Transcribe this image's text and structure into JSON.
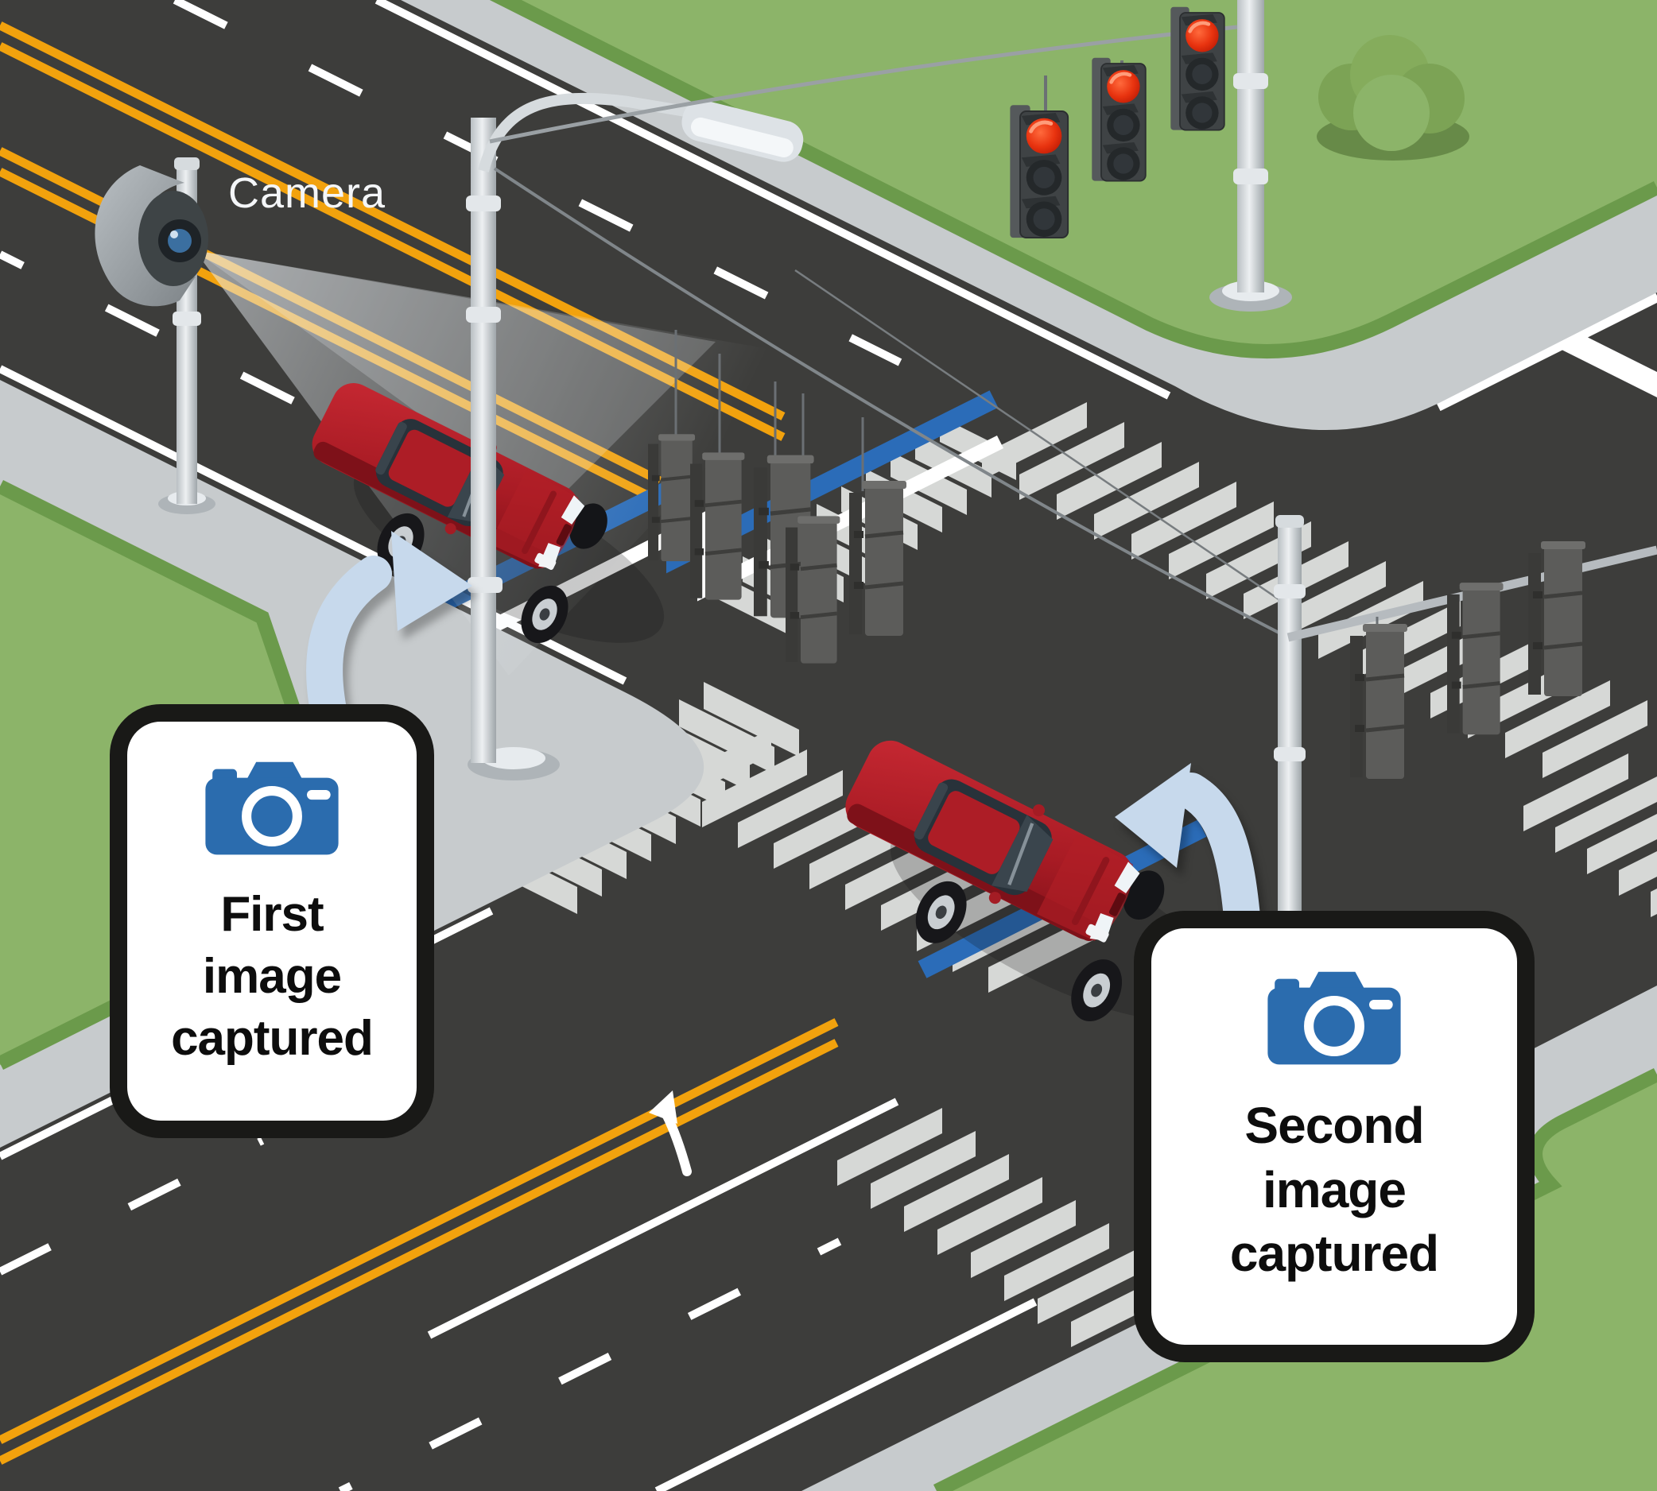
{
  "illustration": {
    "camera_label": "Camera",
    "callout_first": {
      "line1": "First",
      "line2": "image",
      "line3": "captured"
    },
    "callout_second": {
      "line1": "Second",
      "line2": "image",
      "line3": "captured"
    },
    "colors": {
      "asphalt": "#3D3D3B",
      "grass": "#8CB469",
      "grass_edge": "#6B9A4B",
      "sidewalk": "#C7CBCD",
      "lane_yellow": "#F2A20D",
      "marking_white": "#FFFFFF",
      "detection_line_blue": "#2B6CB8",
      "arrow_light_blue": "#C7D9EC",
      "callout_border": "#191917",
      "callout_bg": "#FFFFFF",
      "icon_blue": "#2B6CAE",
      "car_red": "#B51F27",
      "signal_red": "#E8330F"
    }
  }
}
